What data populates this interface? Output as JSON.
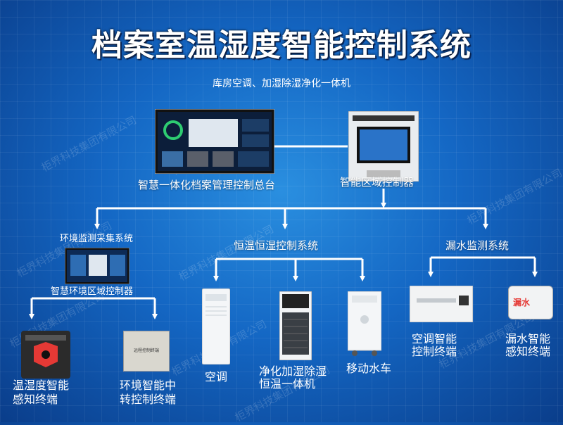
{
  "title": "档案室温湿度智能控制系统",
  "subtitle": "库房空调、加湿除湿净化一体机",
  "nodes": {
    "console": "智慧一体化档案管理控制总台",
    "area_controller": "智能区域控制器",
    "env_system": "环境监测采集系统",
    "env_controller": "智慧环境区域控制器",
    "thermo_system": "恒温恒湿控制系统",
    "leak_system": "漏水监测系统",
    "th_terminal_1": "温湿度智能",
    "th_terminal_2": "感知终端",
    "env_relay_1": "环境智能中",
    "env_relay_2": "转控制终端",
    "ac": "空调",
    "purifier_1": "净化加湿除湿",
    "purifier_2": "恒温一体机",
    "water_cart": "移动水车",
    "ac_terminal_1": "空调智能",
    "ac_terminal_2": "控制终端",
    "leak_terminal_1": "漏水智能",
    "leak_terminal_2": "感知终端"
  },
  "device_text": {
    "relay_label": "远程控制终端",
    "leak_label": "漏水"
  },
  "watermark": "柜界科技集团有限公司",
  "colors": {
    "arrow": "#ffffff",
    "accent": "#e53935"
  }
}
